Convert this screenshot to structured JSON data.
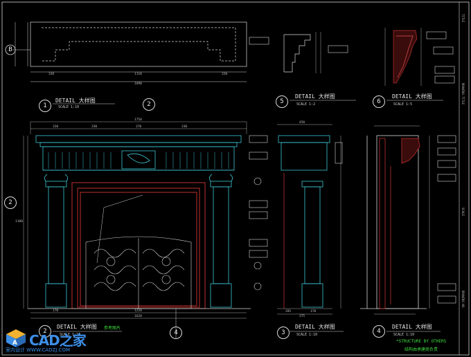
{
  "details": [
    {
      "num": "1",
      "title": "DETAIL 大样图",
      "scale": "SCALE 1:10"
    },
    {
      "num": "5",
      "title": "DETAIL 大样图",
      "scale": "SCALE 1:2"
    },
    {
      "num": "6",
      "title": "DETAIL 大样图",
      "scale": "SCALE 1:5"
    },
    {
      "num": "2",
      "title": "DETAIL 大样图",
      "scale": "SCALE 1:10",
      "note": "参考图片"
    },
    {
      "num": "3",
      "title": "DETAIL 大样图",
      "scale": "SCALE 1:10"
    },
    {
      "num": "4",
      "title": "DETAIL 大样图",
      "scale": "SCALE 1:10"
    }
  ],
  "refs": {
    "ref_2": "2",
    "ref_4": "4",
    "ref_B": "B",
    "side_2": "2"
  },
  "dims": {
    "top_total": "3490",
    "top_mid": "1110",
    "top_left": "320",
    "top_right": "320",
    "elev_total": "1750",
    "elev_parts": [
      "320",
      "330",
      "370",
      "330"
    ],
    "side_w": "450",
    "bottom_total": "1620",
    "bottom_a": "1220",
    "bottom_b": "170",
    "side_h": "1100",
    "sec_bottom": [
      "205",
      "170"
    ],
    "sec_bottom_total": "375"
  },
  "structure_note": {
    "en": "*STRUCTURE BY OTHERS",
    "zh": "结构由承建商负责"
  },
  "logo": {
    "brand": "CAD之家",
    "url": "室内设计 WWW.CADZJ.COM"
  },
  "colors": {
    "background": "#000000",
    "line": "#d8d8d8",
    "cyan": "#3ec8d8",
    "red": "#c03030",
    "green": "#3fdc3f",
    "brand": "#3d8ee6"
  },
  "side_titles": [
    "TITLE",
    "DRAWING TITLE",
    "SCALE",
    "DRAWING NO."
  ]
}
